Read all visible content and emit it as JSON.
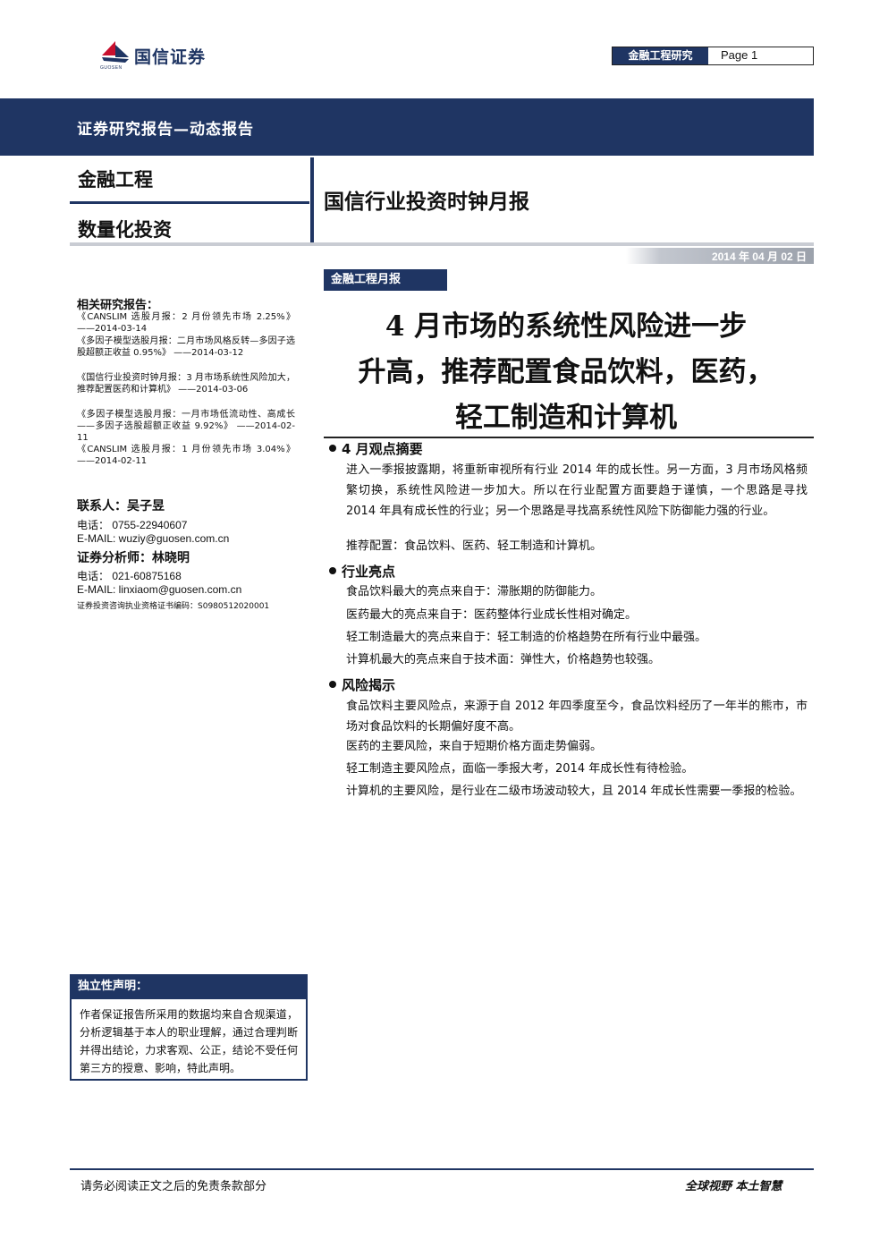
{
  "brand": {
    "name": "国信证券",
    "sub": "GUOSEN",
    "colors": {
      "navy": "#1f3563",
      "red": "#c8102e"
    }
  },
  "header": {
    "dept_tag": "金融工程研究",
    "page_label": "Page",
    "page_number": "1"
  },
  "banner": {
    "text": "证券研究报告—动态报告"
  },
  "topics": [
    "金融工程",
    "数量化投资"
  ],
  "report_title": "国信行业投资时钟月报",
  "date": "2014 年 04 月 02 日",
  "monthly_tag": "金融工程月报",
  "headline": {
    "line1": "4 月市场的系统性风险进一步",
    "line2": "升高，推荐配置食品饮料，医药，",
    "line3": "轻工制造和计算机"
  },
  "sections": [
    {
      "title": "4 月观点摘要",
      "paragraphs": [
        "进入一季报披露期，将重新审视所有行业 2014 年的成长性。另一方面，3 月市场风格频繁切换，系统性风险进一步加大。所以在行业配置方面要趋于谨慎，一个思路是寻找 2014 年具有成长性的行业；另一个思路是寻找高系统性风险下防御能力强的行业。",
        "推荐配置：食品饮料、医药、轻工制造和计算机。"
      ]
    },
    {
      "title": "行业亮点",
      "paragraphs": [
        "食品饮料最大的亮点来自于：滞胀期的防御能力。",
        "医药最大的亮点来自于：医药整体行业成长性相对确定。",
        "轻工制造最大的亮点来自于：轻工制造的价格趋势在所有行业中最强。",
        "计算机最大的亮点来自于技术面：弹性大，价格趋势也较强。"
      ]
    },
    {
      "title": "风险揭示",
      "paragraphs": [
        "食品饮料主要风险点，来源于自 2012 年四季度至今，食品饮料经历了一年半的熊市，市场对食品饮料的长期偏好度不高。",
        "医药的主要风险，来自于短期价格方面走势偏弱。",
        "轻工制造主要风险点，面临一季报大考，2014 年成长性有待检验。",
        "计算机的主要风险，是行业在二级市场波动较大，且 2014 年成长性需要一季报的检验。"
      ]
    }
  ],
  "related": {
    "title": "相关研究报告：",
    "items": [
      {
        "text": "《CANSLIM 选股月报：2 月份领先市场 2.25%》 ——2014-03-14"
      },
      {
        "text": "《多因子模型选股月报：二月市场风格反转—多因子选股超额正收益 0.95%》 ——2014-03-12"
      },
      {
        "text": "《国信行业投资时钟月报：3 月市场系统性风险加大，推荐配置医药和计算机》 ——2014-03-06"
      },
      {
        "text": "《多因子模型选股月报：一月市场低流动性、高成长——多因子选股超额正收益 9.92%》 ——2014-02-11"
      },
      {
        "text": "《CANSLIM 选股月报：1 月份领先市场 3.04%》 ——2014-02-11"
      }
    ]
  },
  "contacts": {
    "contact_title": "联系人：吴子昱",
    "contact_phone": "电话：  0755-22940607",
    "contact_email": "E-MAIL:   wuziy@guosen.com.cn",
    "analyst_title": "证券分析师：林晓明",
    "analyst_phone": "电话：  021-60875168",
    "analyst_email": "E-MAIL:   linxiaom@guosen.com.cn",
    "cert": "证券投资咨询执业资格证书编码：S0980512020001"
  },
  "statement": {
    "title": "独立性声明：",
    "body": "作者保证报告所采用的数据均来自合规渠道，分析逻辑基于本人的职业理解，通过合理判断并得出结论，力求客观、公正，结论不受任何第三方的授意、影响，特此声明。"
  },
  "footer": {
    "left": "请务必阅读正文之后的免责条款部分",
    "right": "全球视野   本土智慧"
  }
}
